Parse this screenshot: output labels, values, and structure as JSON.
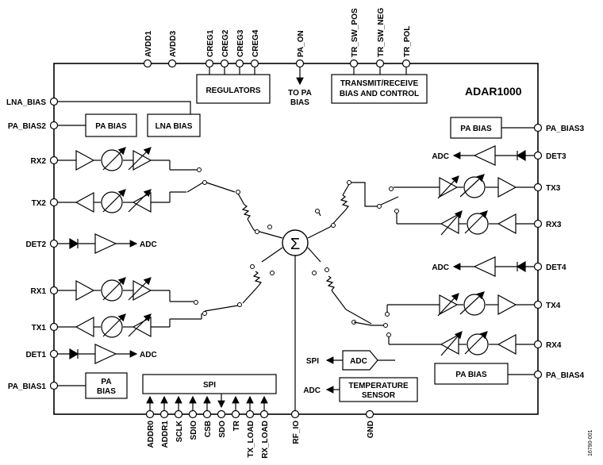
{
  "chip_name": "ADAR1000",
  "figure_id": "16790-001",
  "top_pins": [
    "AVDD1",
    "AVDD3",
    "CREG1",
    "CREG2",
    "CREG3",
    "CREG4",
    "PA_ON",
    "TR_SW_POS",
    "TR_SW_NEG",
    "TR_POL"
  ],
  "left_pins": [
    "LNA_BIAS",
    "PA_BIAS2",
    "RX2",
    "TX2",
    "DET2",
    "RX1",
    "TX1",
    "DET1",
    "PA_BIAS1"
  ],
  "right_pins": [
    "PA_BIAS3",
    "DET3",
    "TX3",
    "RX3",
    "DET4",
    "TX4",
    "RX4",
    "PA_BIAS4"
  ],
  "bottom_pins": [
    "ADDR0",
    "ADDR1",
    "SCLK",
    "SDIO",
    "CSB",
    "SDO",
    "TR",
    "TX_LOAD",
    "RX_LOAD",
    "RF_IO",
    "GND"
  ],
  "blocks": {
    "regulators": "REGULATORS",
    "trx_line1": "TRANSMIT/RECEIVE",
    "trx_line2": "BIAS AND CONTROL",
    "pa_bias_left2": "PA BIAS",
    "lna_bias": "LNA BIAS",
    "pa_bias_right3": "PA BIAS",
    "pa_bias_right4": "PA BIAS",
    "pa_bias_left1_line1": "PA",
    "pa_bias_left1_line2": "BIAS",
    "spi": "SPI",
    "adc_block": "ADC",
    "temp_line1": "TEMPERATURE",
    "temp_line2": "SENSOR"
  },
  "labels": {
    "to_pa_bias_line1": "TO PA",
    "to_pa_bias_line2": "BIAS",
    "adc_det2": "ADC",
    "adc_det1": "ADC",
    "adc_det3": "ADC",
    "adc_det4": "ADC",
    "spi_out": "SPI",
    "adc_temp": "ADC",
    "sigma": "Σ"
  }
}
